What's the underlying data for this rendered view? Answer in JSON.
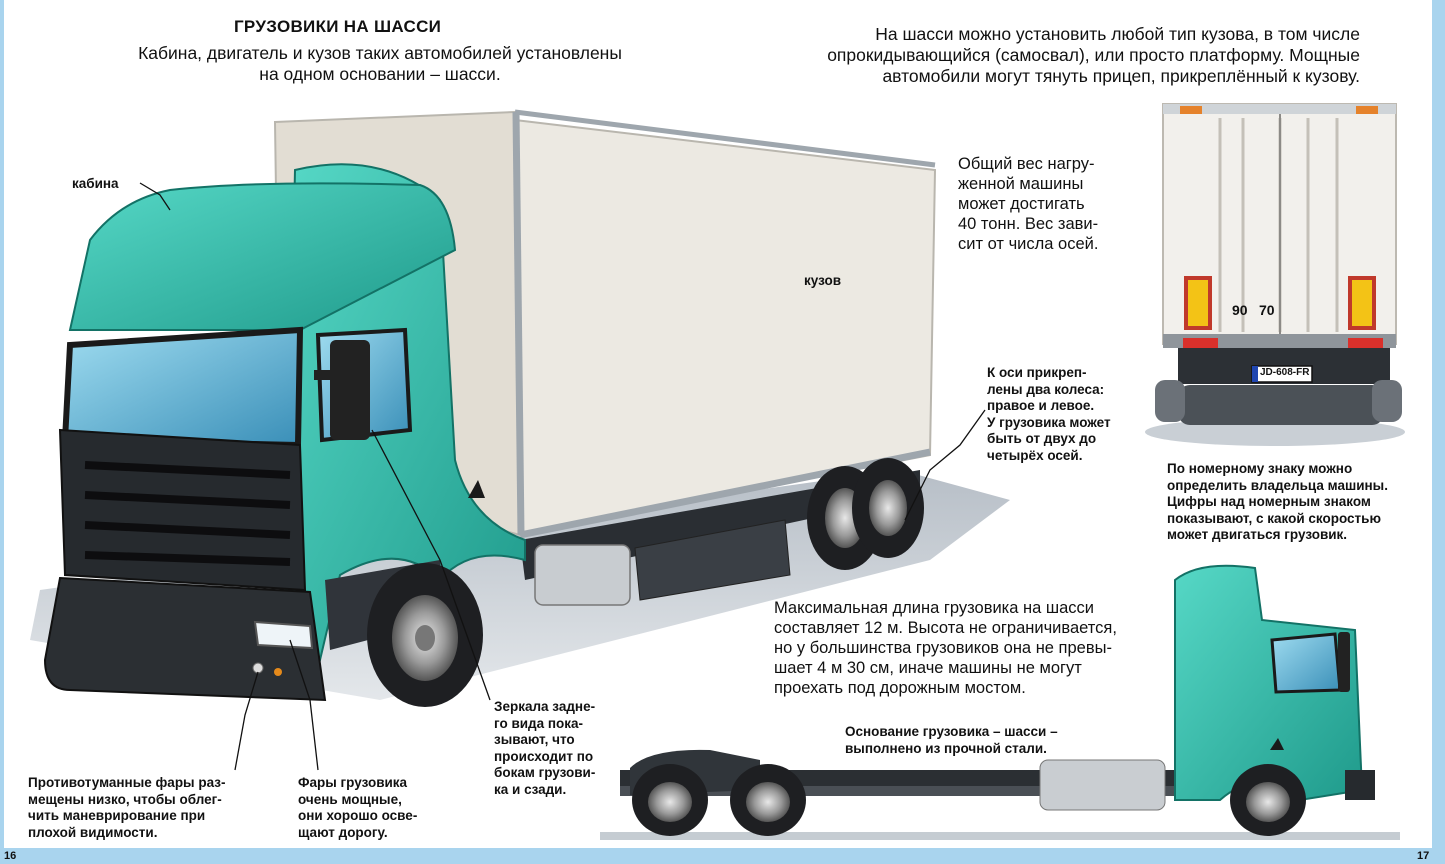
{
  "colors": {
    "cab": "#3cc4b2",
    "cab_dark": "#1f8d80",
    "frame": "#a9d4ee",
    "box": "#ece9e2"
  },
  "left_page": {
    "heading": "ГРУЗОВИКИ НА ШАССИ",
    "intro": [
      "Кабина, двигатель и кузов таких автомобилей установлены",
      "на одном основании – шасси."
    ],
    "label_cab": "кабина",
    "label_body": "кузов",
    "weight_text": [
      "Общий вес нагру-",
      "женной машины",
      "может достигать",
      "40 тонн. Вес зави-",
      "сит от числа осей."
    ],
    "axle_text": [
      "К оси прикреп-",
      "лены два колеса:",
      "правое и левое.",
      "У грузовика может",
      "быть от двух до",
      "четырёх осей."
    ],
    "mirrors_text": [
      "Зеркала задне-",
      "го вида пока-",
      "зывают, что",
      "происходит по",
      "бокам грузови-",
      "ка и сзади."
    ],
    "fog_text": [
      "Противотуманные фары раз-",
      "мещены низко, чтобы облег-",
      "чить маневрирование при",
      "плохой видимости."
    ],
    "headlights_text": [
      "Фары грузовика",
      "очень мощные,",
      "они хорошо осве-",
      "щают дорогу."
    ],
    "page_number": "16"
  },
  "right_page": {
    "intro": [
      "На шасси можно установить любой тип кузова, в том числе",
      "опрокидывающийся (самосвал), или просто платформу. Мощные",
      "автомобили могут тянуть прицеп, прикреплённый к кузову."
    ],
    "speed_numbers": [
      "90",
      "70"
    ],
    "plate": "JD-608-FR",
    "plate_text": [
      "По номерному знаку можно",
      "определить владельца машины.",
      "Цифры над номерным знаком",
      "показывают, с какой скоростью",
      "может двигаться грузовик."
    ],
    "length_text": [
      "Максимальная длина грузовика на шасси",
      "составляет 12 м. Высота не ограничивается,",
      "но у большинства грузовиков она не превы-",
      "шает 4 м 30 см, иначе машины не могут",
      "проехать под дорожным мостом."
    ],
    "chassis_text": [
      "Основание грузовика – шасси –",
      "выполнено из прочной стали."
    ],
    "page_number": "17"
  }
}
